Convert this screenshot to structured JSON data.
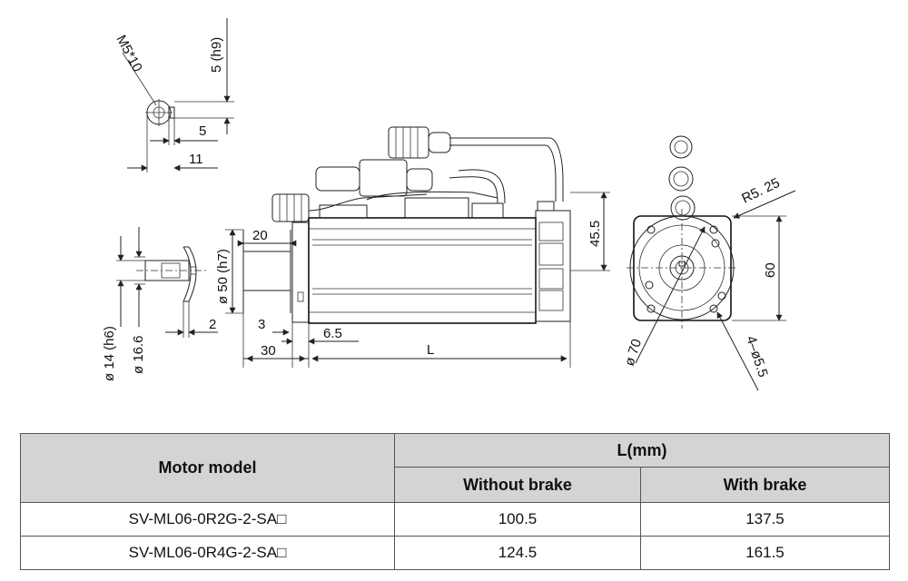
{
  "drawing": {
    "labels": {
      "thread": "M5*10",
      "key_height": "5 (h9)",
      "key_width": "5",
      "shaft_key_len": "11",
      "shaft_dia": "ø 14 (h6)",
      "shaft_step_dia": "ø 16.6",
      "flange_gap": "2",
      "pilot_dia": "ø 50 (h7)",
      "shaft_len_20": "20",
      "pilot_depth": "3",
      "flange_thk": "6.5",
      "shaft_len_30": "30",
      "body_len": "L",
      "connector_height": "45.5",
      "corner_radius": "R5. 25",
      "flange_square": "60",
      "bolt_circle": "ø 70",
      "mount_holes": "4–ø5.5"
    }
  },
  "table": {
    "headers": {
      "model": "Motor model",
      "length": "L(mm)",
      "without_brake": "Without brake",
      "with_brake": "With brake"
    },
    "rows": [
      {
        "model": "SV-ML06-0R2G-2-SA□",
        "without_brake": "100.5",
        "with_brake": "137.5"
      },
      {
        "model": "SV-ML06-0R4G-2-SA□",
        "without_brake": "124.5",
        "with_brake": "161.5"
      }
    ]
  }
}
